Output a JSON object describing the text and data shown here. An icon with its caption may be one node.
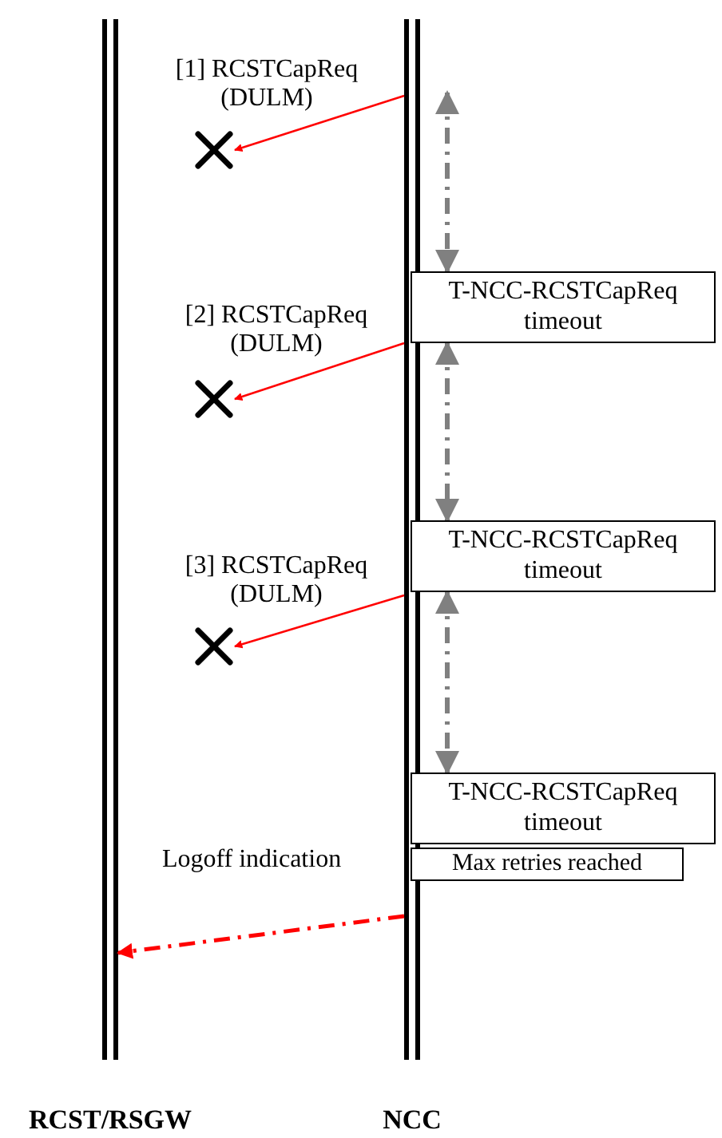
{
  "diagram": {
    "nodes": [
      {
        "text": [
          "RCST/RSGW"
        ]
      },
      {
        "text": [
          "NCC"
        ]
      },
      {
        "text": [],
        "shape": "cross"
      },
      {
        "text": [],
        "shape": "cross"
      },
      {
        "text": [],
        "shape": "cross"
      },
      {
        "text": [
          "T-NCC-RCSTCapReq timeout"
        ]
      },
      {
        "text": [
          "T-NCC-RCSTCapReq timeout"
        ]
      },
      {
        "text": [
          "T-NCC-RCSTCapReq timeout"
        ]
      },
      {
        "text": [
          "Max retries reached"
        ]
      }
    ],
    "edges": [
      {
        "from": 1,
        "to": 2,
        "arrow": "to",
        "label": "[1] RCSTCapReq (DULM)"
      },
      {
        "from": 1,
        "to": 3,
        "arrow": "to",
        "label": "[2] RCSTCapReq (DULM)"
      },
      {
        "from": 1,
        "to": 4,
        "arrow": "to",
        "label": "[3] RCSTCapReq (DULM)"
      },
      {
        "from": 1,
        "to": 5,
        "arrow": "both",
        "style": "dashed",
        "color": "#808080"
      },
      {
        "from": 5,
        "to": 6,
        "arrow": "both",
        "style": "dashed",
        "color": "#808080"
      },
      {
        "from": 6,
        "to": 7,
        "arrow": "both",
        "style": "dashed",
        "color": "#808080"
      },
      {
        "from": 1,
        "to": 0,
        "arrow": "to",
        "style": "dashed",
        "label": "Logoff indication"
      }
    ]
  }
}
